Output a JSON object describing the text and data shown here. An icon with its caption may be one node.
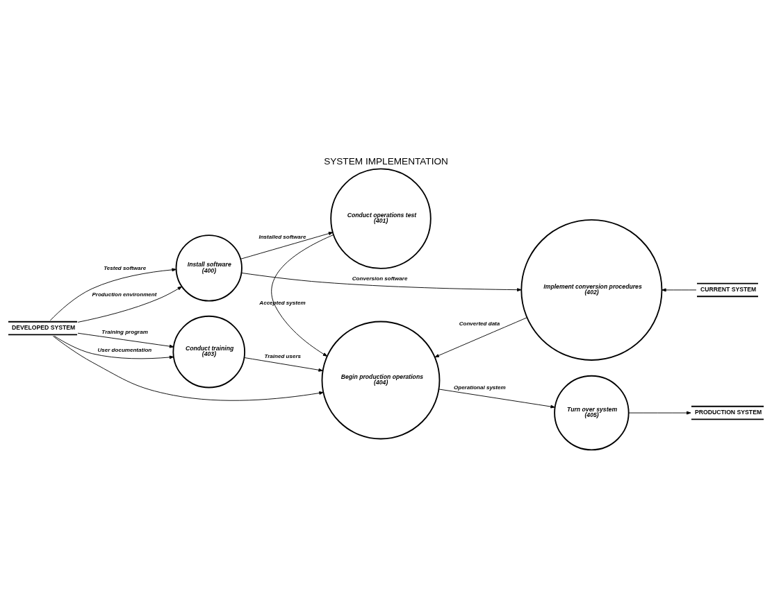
{
  "diagram": {
    "title": "SYSTEM IMPLEMENTATION",
    "nodes": [
      {
        "text": [
          "DEVELOPED SYSTEM"
        ]
      },
      {
        "text": [
          "Install software",
          "(400)"
        ]
      },
      {
        "text": [
          "Conduct training",
          "(403)"
        ]
      },
      {
        "text": [
          "Begin production operations",
          "(404)"
        ]
      },
      {
        "text": [
          "Conduct operations test",
          "(401)"
        ]
      },
      {
        "text": [
          "Implement conversion procedures",
          "(402)"
        ]
      },
      {
        "text": [
          "Turn over system",
          "(405)"
        ]
      },
      {
        "text": [
          "CURRENT SYSTEM"
        ]
      },
      {
        "text": [
          "PRODUCTION SYSTEM"
        ]
      }
    ],
    "edges": [
      {
        "from": 0,
        "to": 1,
        "arrow": "to",
        "label": "Tested software"
      },
      {
        "from": 0,
        "to": 1,
        "arrow": "to",
        "label": "Production environment"
      },
      {
        "from": 0,
        "to": 3,
        "arrow": "to"
      },
      {
        "from": 0,
        "to": 2,
        "arrow": "to",
        "label": "Training program"
      },
      {
        "from": 0,
        "to": 2,
        "arrow": "to",
        "label": "User documentation"
      },
      {
        "from": 1,
        "to": 4,
        "arrow": "to",
        "label": "Installed software"
      },
      {
        "from": 1,
        "to": 5,
        "arrow": "to",
        "label": "Conversion software"
      },
      {
        "from": 2,
        "to": 3,
        "arrow": "to",
        "label": "Trained users"
      },
      {
        "from": 4,
        "to": 3,
        "arrow": "to",
        "label": "Accepted system"
      },
      {
        "from": 5,
        "to": 3,
        "arrow": "to",
        "label": "Converted data"
      },
      {
        "from": 3,
        "to": 6,
        "arrow": "to",
        "label": "Operational system"
      },
      {
        "from": 7,
        "to": 5,
        "arrow": "to"
      },
      {
        "from": 6,
        "to": 8,
        "arrow": "to"
      }
    ]
  }
}
